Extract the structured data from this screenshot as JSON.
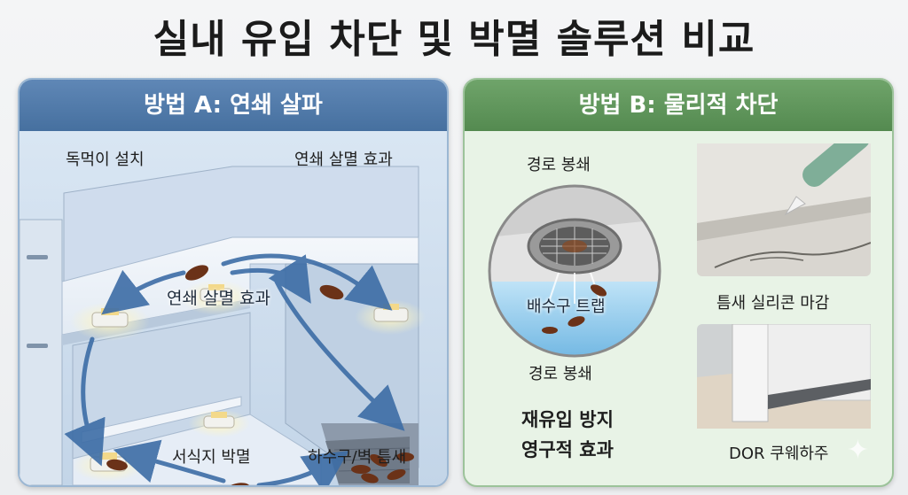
{
  "title": "실내 유입 차단 및 박멸 솔루션 비교",
  "method_a": {
    "header": "방법 A: 연쇄 살파",
    "labels": {
      "bait_install": "독먹이 설치",
      "chain_effect_top": "연쇄 살멸 효과",
      "chain_effect_center": "연쇄 살멸 효과",
      "habitat_kill": "서식지 박멸",
      "drain_wall_gap": "하수구/벽 틈새"
    }
  },
  "method_b": {
    "header": "방법 B: 물리적 차단",
    "labels": {
      "route_block_top": "경로 봉쇄",
      "drain_trap": "배수구 트랩",
      "route_block_bottom": "경로 봉쇄",
      "silicone": "틈새 실리콘 마감",
      "door_label": "DOR 쿠웨하주",
      "reentry_prevention": "재유입 방지",
      "permanent_effect": "영구적 효과"
    }
  },
  "colors": {
    "panel_a_header": "#4f79aa",
    "panel_b_header": "#5f9a5b",
    "roach": "#6b3218",
    "arrow": "#3d6da6"
  },
  "icons": [
    "cockroach-icon",
    "bait-station-icon",
    "caulk-gun-icon",
    "sparkle-icon"
  ]
}
